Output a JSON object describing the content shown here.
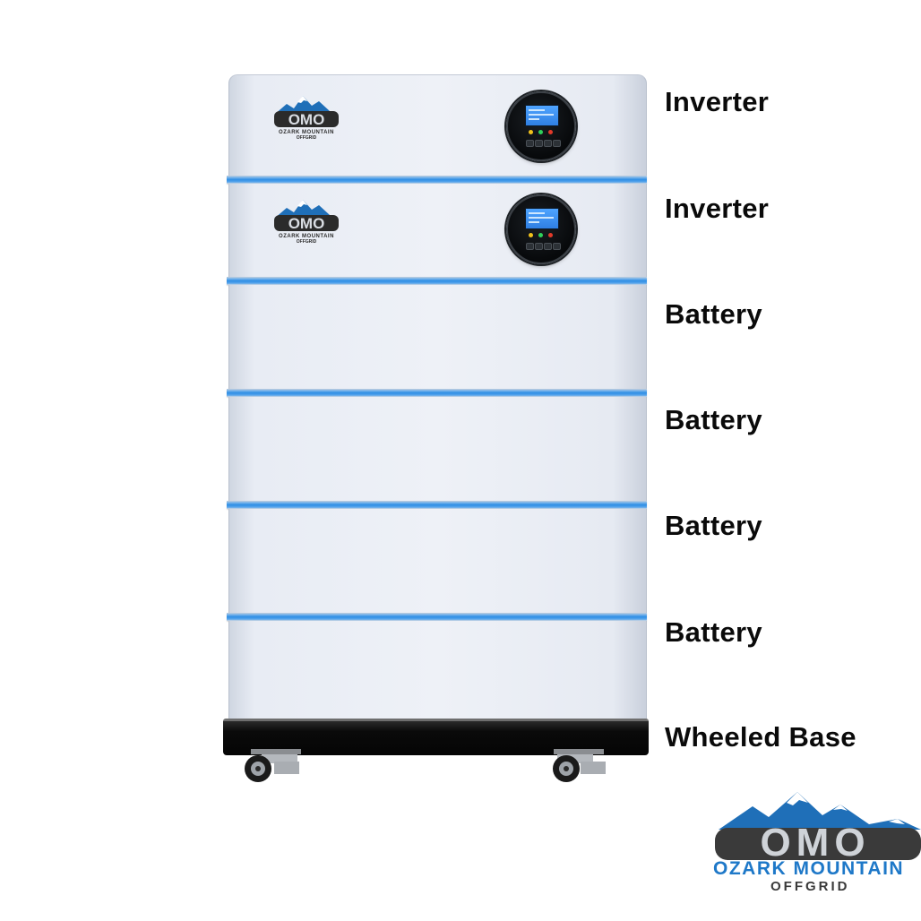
{
  "labels": [
    {
      "text": "Inverter"
    },
    {
      "text": "Inverter"
    },
    {
      "text": "Battery"
    },
    {
      "text": "Battery"
    },
    {
      "text": "Battery"
    },
    {
      "text": "Battery"
    },
    {
      "text": "Wheeled Base"
    }
  ],
  "brand": {
    "logo_text": "OMO",
    "line1": "OZARK MOUNTAIN",
    "line2": "OFFGRID"
  },
  "colors": {
    "accent_blue": "#2d8ee6",
    "cabinet": "#eef1f7",
    "base": "#0a0a0a",
    "label_text": "#0a0a0a"
  },
  "icons": [
    "omo-mountain-logo",
    "inverter-display",
    "caster-wheel"
  ]
}
